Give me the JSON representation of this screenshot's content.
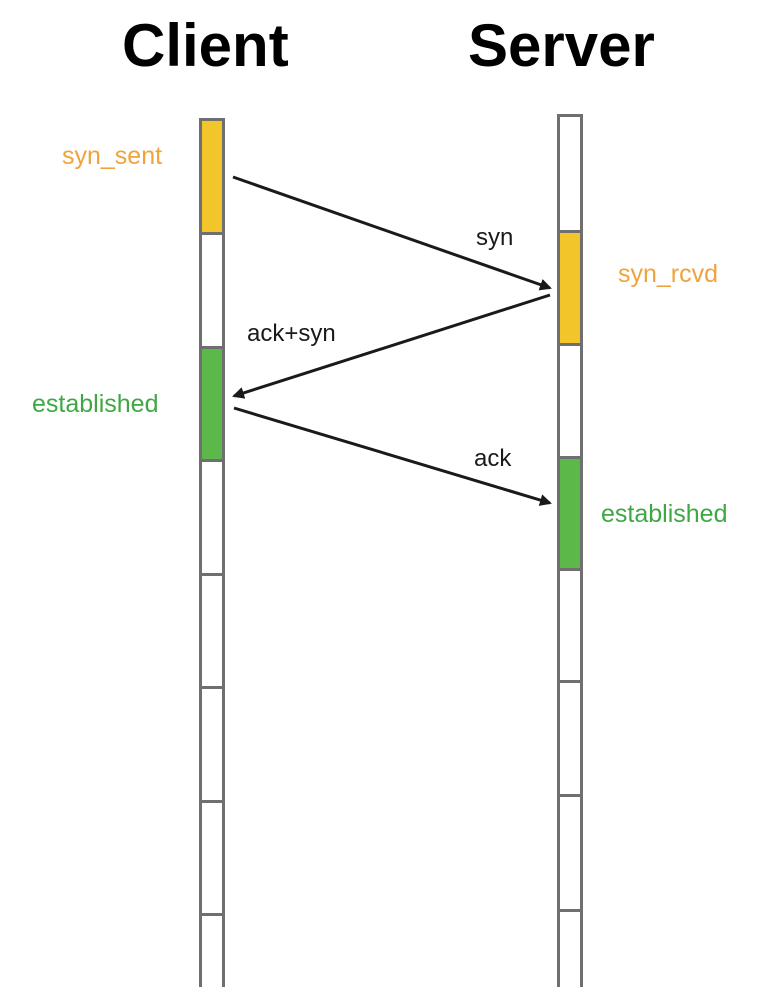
{
  "headings": {
    "client": "Client",
    "server": "Server"
  },
  "colors": {
    "sent_state": "#f2c52a",
    "sent_text": "#f0a33c",
    "established_state": "#5bb849",
    "established_text": "#3fa845",
    "timeline_border": "#6f6f6f",
    "arrow": "#1a1a1a"
  },
  "client_states": {
    "syn_sent": "syn_sent",
    "established": "established"
  },
  "server_states": {
    "syn_rcvd": "syn_rcvd",
    "established": "established"
  },
  "messages": {
    "syn": "syn",
    "ack_syn": "ack+syn",
    "ack": "ack"
  }
}
